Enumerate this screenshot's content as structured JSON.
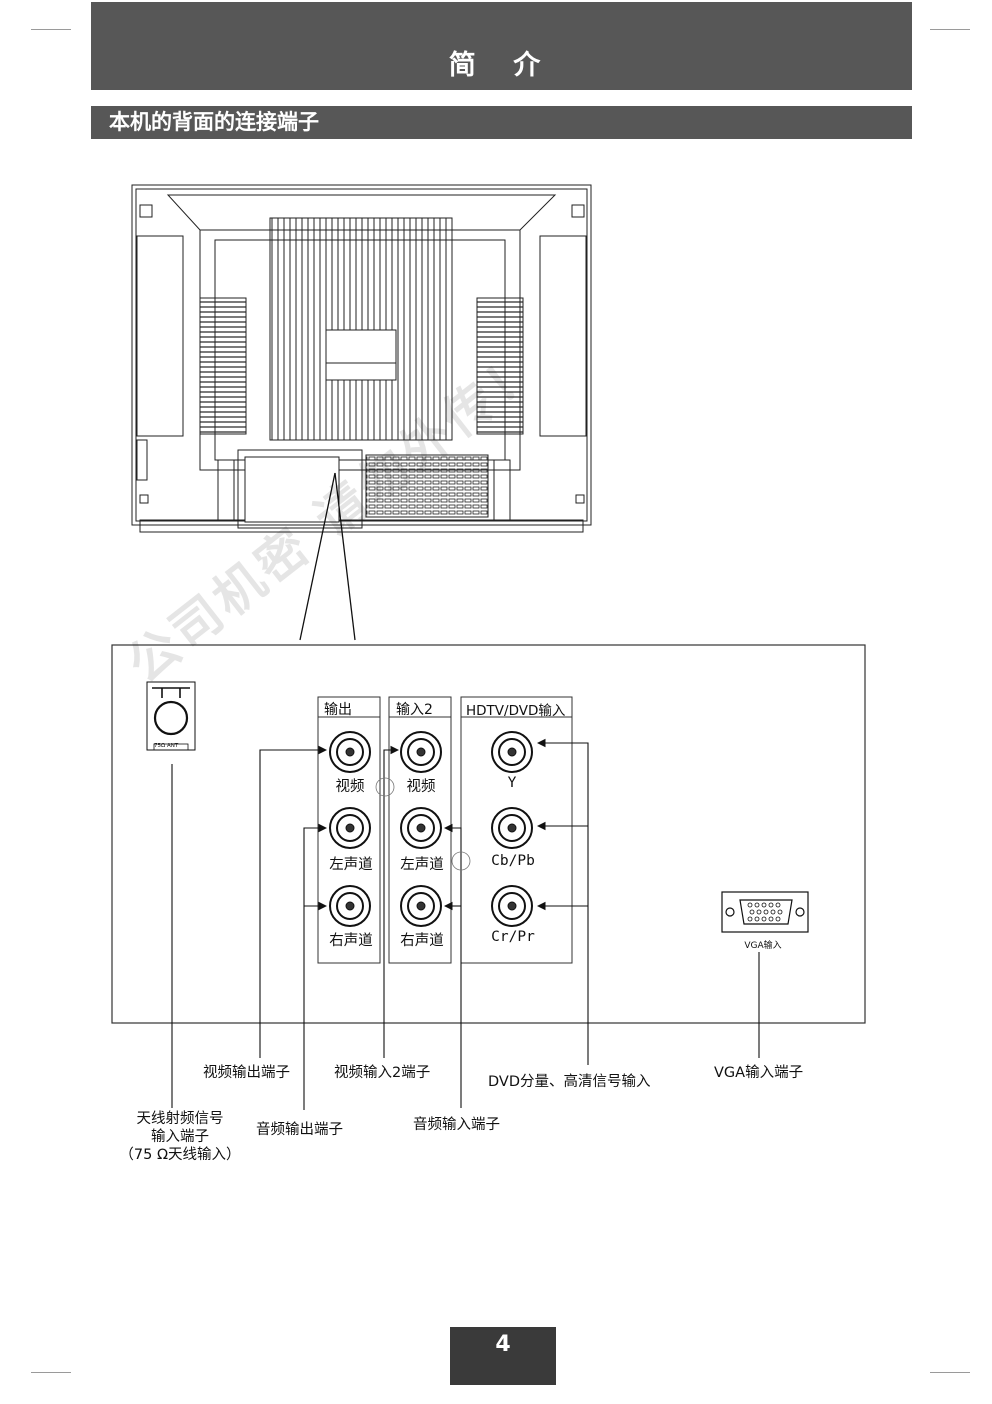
{
  "header": {
    "title": "简 介"
  },
  "section": {
    "title": "本机的背面的连接端子"
  },
  "panel": {
    "groups": [
      {
        "title": "输出",
        "jacks": [
          "视频",
          "左声道",
          "右声道"
        ]
      },
      {
        "title": "输入2",
        "jacks": [
          "视频",
          "左声道",
          "右声道"
        ]
      },
      {
        "title": "HDTV/DVD输入",
        "jacks": [
          "Y",
          "Cb/Pb",
          "Cr/Pr"
        ]
      }
    ],
    "antenna_tag": "75Ω ANT",
    "vga_tag": "VGA输入"
  },
  "callouts": {
    "video_out": "视频输出端子",
    "video_in2": "视频输入2端子",
    "dvd_component": "DVD分量、高清信号输入",
    "vga_in": "VGA输入端子",
    "antenna_line1": "天线射频信号",
    "antenna_line2": "输入端子",
    "antenna_line3": "（75 Ω天线输入）",
    "audio_out": "音频输出端子",
    "audio_in": "音频输入端子"
  },
  "watermark": "公司机密   请勿外传！",
  "footer": {
    "page_number": "4"
  }
}
